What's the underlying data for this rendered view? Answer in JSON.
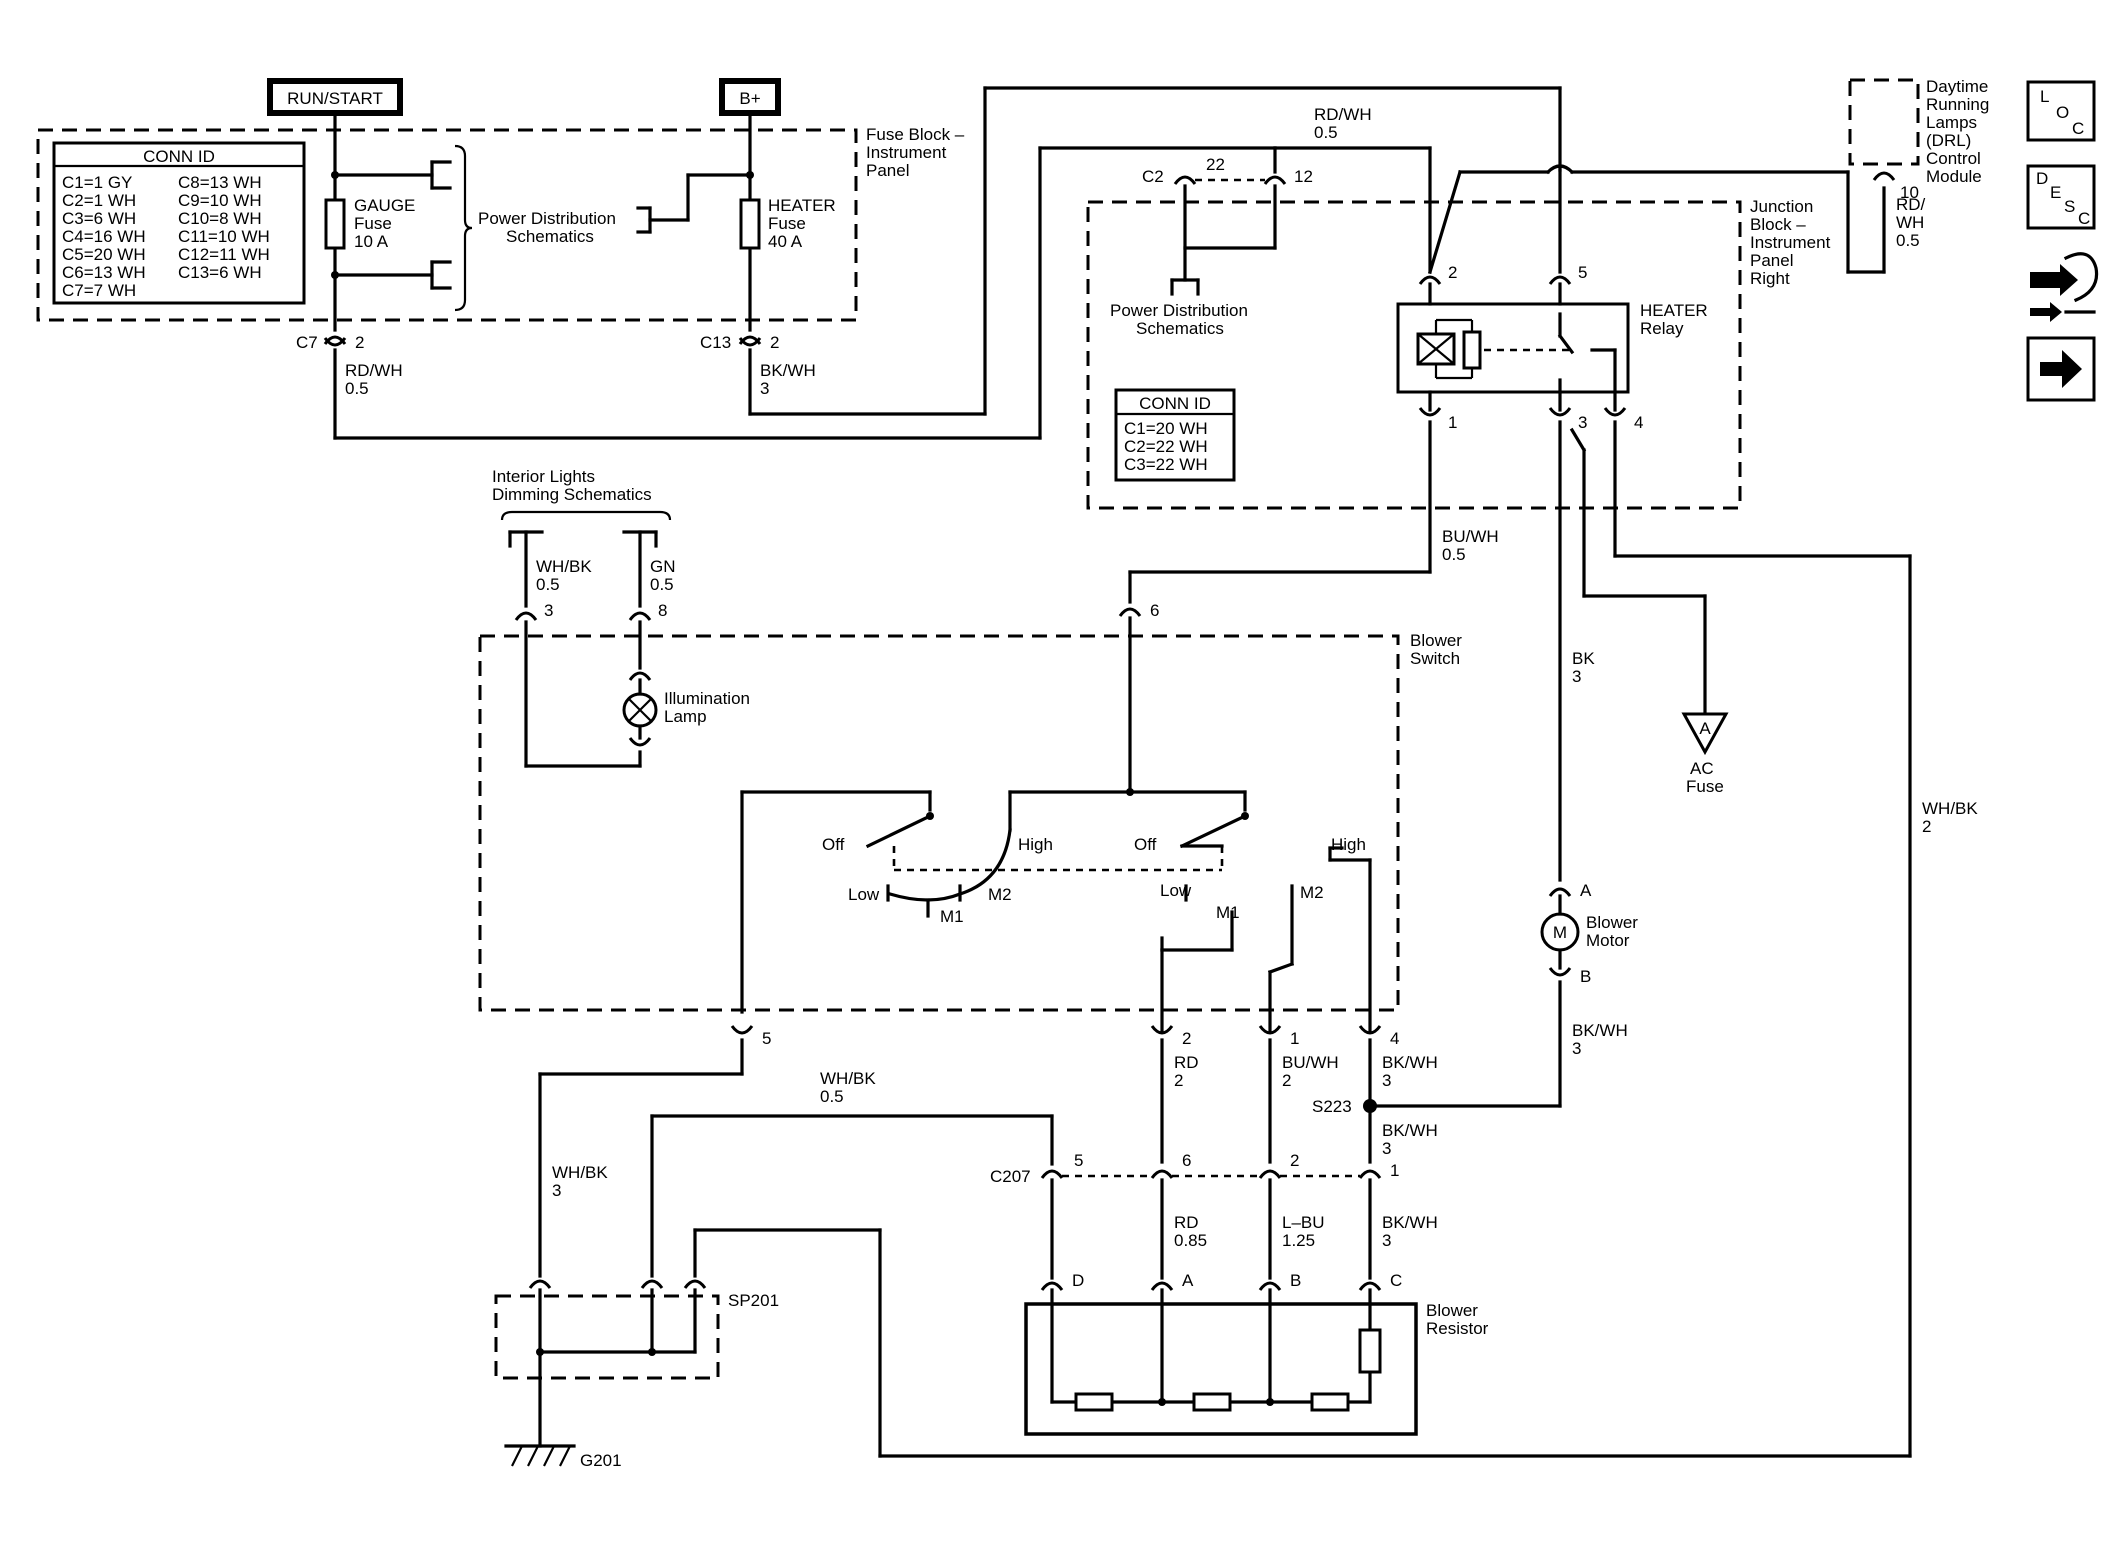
{
  "headers": {
    "run_start": "RUN/START",
    "b_plus": "B+"
  },
  "fuse_block": {
    "label_lines": [
      "Fuse Block –",
      "Instrument",
      "Panel"
    ],
    "conn_id": {
      "title": "CONN ID",
      "left": [
        "C1=1 GY",
        "C2=1 WH",
        "C3=6 WH",
        "C4=16 WH",
        "C5=20 WH",
        "C6=13 WH",
        "C7=7 WH"
      ],
      "right": [
        "C8=13 WH",
        "C9=10 WH",
        "C10=8 WH",
        "C11=10 WH",
        "C12=11 WH",
        "C13=6 WH"
      ]
    },
    "gauge_fuse": [
      "GAUGE",
      "Fuse",
      "10 A"
    ],
    "heater_fuse": [
      "HEATER",
      "Fuse",
      "40 A"
    ],
    "power_dist": [
      "Power Distribution",
      "Schematics"
    ]
  },
  "junction_block": {
    "label_lines": [
      "Junction",
      "Block –",
      "Instrument",
      "Panel",
      "Right"
    ],
    "conn_id": {
      "title": "CONN ID",
      "rows": [
        "C1=20 WH",
        "C2=22 WH",
        "C3=22 WH"
      ]
    },
    "power_dist": [
      "Power Distribution",
      "Schematics"
    ],
    "relay": [
      "HEATER",
      "Relay"
    ]
  },
  "drl": {
    "label_lines": [
      "Daytime",
      "Running",
      "Lamps",
      "(DRL)",
      "Control",
      "Module"
    ]
  },
  "nav_icons": {
    "loc": [
      "L",
      "O",
      "C"
    ],
    "desc": [
      "D",
      "E",
      "S",
      "C"
    ]
  },
  "wires": {
    "c7_wire": [
      "RD/WH",
      "0.5"
    ],
    "c13_wire": [
      "BK/WH",
      "3"
    ],
    "c2_wire": [
      "RD/WH",
      "0.5"
    ],
    "drl_wire": [
      "RD/",
      "WH",
      "0.5"
    ],
    "bu_wh_05": [
      "BU/WH",
      "0.5"
    ],
    "bk_3": [
      "BK",
      "3"
    ],
    "wh_bk_2": [
      "WH/BK",
      "2"
    ],
    "illum_wh_bk": [
      "WH/BK",
      "0.5"
    ],
    "illum_gn": [
      "GN",
      "0.5"
    ],
    "rd_2": [
      "RD",
      "2"
    ],
    "bu_wh_2": [
      "BU/WH",
      "2"
    ],
    "bk_wh_3_a": [
      "BK/WH",
      "3"
    ],
    "bk_wh_3_b": [
      "BK/WH",
      "3"
    ],
    "bk_wh_3_c": [
      "BK/WH",
      "3"
    ],
    "bk_wh_3_motor": [
      "BK/WH",
      "3"
    ],
    "wh_bk_05": [
      "WH/BK",
      "0.5"
    ],
    "wh_bk_3": [
      "WH/BK",
      "3"
    ],
    "rd_085": [
      "RD",
      "0.85"
    ],
    "lbu_125": [
      "L–BU",
      "1.25"
    ]
  },
  "connectors": {
    "c7": "C7",
    "c7_pin": "2",
    "c13": "C13",
    "c13_pin": "2",
    "c2": "C2",
    "c2_pin_a": "22",
    "c2_pin_b": "12",
    "relay_pin2": "2",
    "relay_pin5": "5",
    "relay_pin1": "1",
    "relay_pin3": "3",
    "relay_pin4": "4",
    "drl_pin": "10",
    "illum_pin3": "3",
    "illum_pin8": "8",
    "switch_pin6": "6",
    "switch_pin5": "5",
    "switch_pin2": "2",
    "switch_pin1": "1",
    "switch_pin4": "4",
    "c207": "C207",
    "c207_5": "5",
    "c207_6": "6",
    "c207_2": "2",
    "c207_1": "1",
    "res_d": "D",
    "res_a": "A",
    "res_b": "B",
    "res_c": "C",
    "motor_a": "A",
    "motor_b": "B",
    "splice": "S223"
  },
  "interior_lights": [
    "Interior Lights",
    "Dimming Schematics"
  ],
  "illumination": [
    "Illumination",
    "Lamp"
  ],
  "blower_switch": [
    "Blower",
    "Switch"
  ],
  "switch_labels": {
    "off1": "Off",
    "high1": "High",
    "off2": "Off",
    "high2": "High",
    "low1": "Low",
    "low2": "Low",
    "m1a": "M1",
    "m2a": "M2",
    "m1b": "M1",
    "m2b": "M2"
  },
  "blower_motor": [
    "Blower",
    "Motor"
  ],
  "motor_symbol": "M",
  "ac_fuse": [
    "AC",
    "Fuse"
  ],
  "ac_symbol": "A",
  "blower_resistor": [
    "Blower",
    "Resistor"
  ],
  "sp201": "SP201",
  "g201": "G201"
}
